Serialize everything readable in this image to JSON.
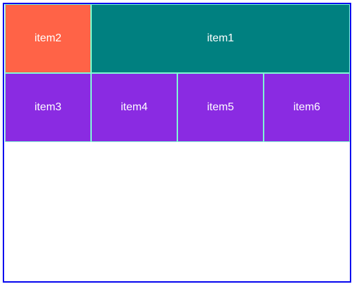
{
  "colors": {
    "container_border": "#0000ee",
    "cell_border": "#7fffd4",
    "item1_bg": "#008080",
    "item2_bg": "#ff6347",
    "row2_bg": "#8a2be2",
    "text": "#ffffff"
  },
  "grid": {
    "items": {
      "item1": "item1",
      "item2": "item2",
      "item3": "item3",
      "item4": "item4",
      "item5": "item5",
      "item6": "item6"
    }
  }
}
